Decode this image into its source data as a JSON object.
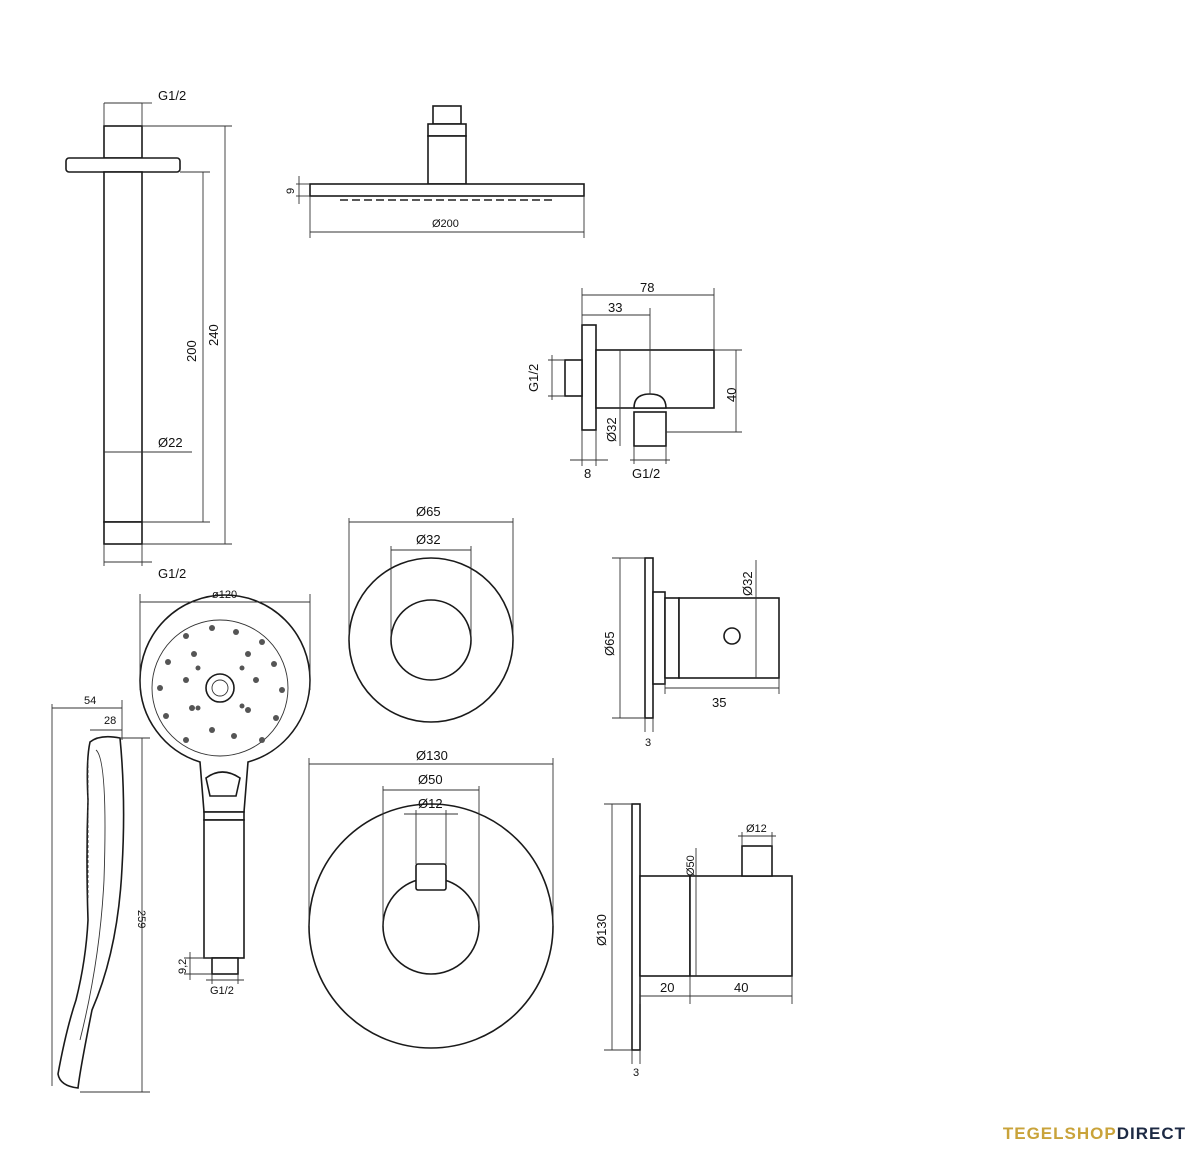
{
  "labels": {
    "arm_top_thread": "G1/2",
    "arm_bottom_thread": "G1/2",
    "arm_length_inner": "200",
    "arm_length_outer": "240",
    "arm_diameter": "Ø22",
    "head_height": "9",
    "head_diameter": "Ø200",
    "elbow_width": "78",
    "elbow_offset": "33",
    "elbow_thread_side": "G1/2",
    "elbow_height": "40",
    "elbow_diameter": "Ø32",
    "elbow_plate": "8",
    "elbow_thread_bottom": "G1/2",
    "rosette_outer": "Ø65",
    "rosette_inner": "Ø32",
    "stop_plate_diameter": "Ø65",
    "stop_handle_diameter": "Ø32",
    "stop_depth": "35",
    "stop_plate_thickness": "3",
    "handshower_diameter": "ø120",
    "handshower_depth": "54",
    "handshower_grip": "28",
    "handshower_length": "259",
    "handshower_thread_height": "9,2",
    "handshower_thread": "G1/2",
    "mixer_plate_outer": "Ø130",
    "mixer_knob_diameter": "Ø50",
    "mixer_lever_diameter": "Ø12",
    "mixer_side_lever": "Ø12",
    "mixer_side_knob": "Ø50",
    "mixer_side_plate": "Ø130",
    "mixer_offset": "20",
    "mixer_depth": "40",
    "mixer_plate_thickness": "3"
  },
  "brand": {
    "part1": "TEGELSHOP",
    "part2": "DIRECT",
    "color1": "#c9a33a",
    "color2": "#1d2a44"
  }
}
